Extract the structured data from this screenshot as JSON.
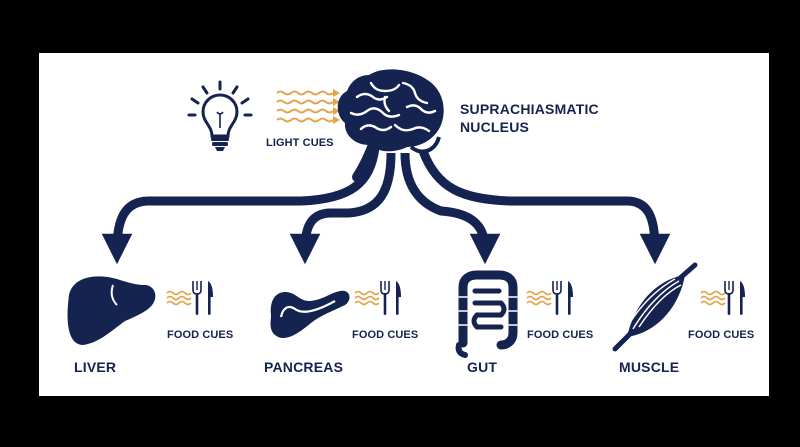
{
  "diagram": {
    "center": {
      "title_line1": "SUPRACHIASMATIC",
      "title_line2": "NUCLEUS",
      "icon": "brain-icon"
    },
    "input_cue": {
      "label": "LIGHT CUES",
      "icon": "lightbulb-icon"
    },
    "organs": [
      {
        "name": "LIVER",
        "cue": "FOOD CUES",
        "icon": "liver-icon"
      },
      {
        "name": "PANCREAS",
        "cue": "FOOD CUES",
        "icon": "pancreas-icon"
      },
      {
        "name": "GUT",
        "cue": "FOOD CUES",
        "icon": "gut-icon"
      },
      {
        "name": "MUSCLE",
        "cue": "FOOD CUES",
        "icon": "muscle-icon"
      }
    ],
    "colors": {
      "primary": "#14234f",
      "accent": "#e2a447",
      "background": "#ffffff",
      "frame": "#000000"
    }
  }
}
